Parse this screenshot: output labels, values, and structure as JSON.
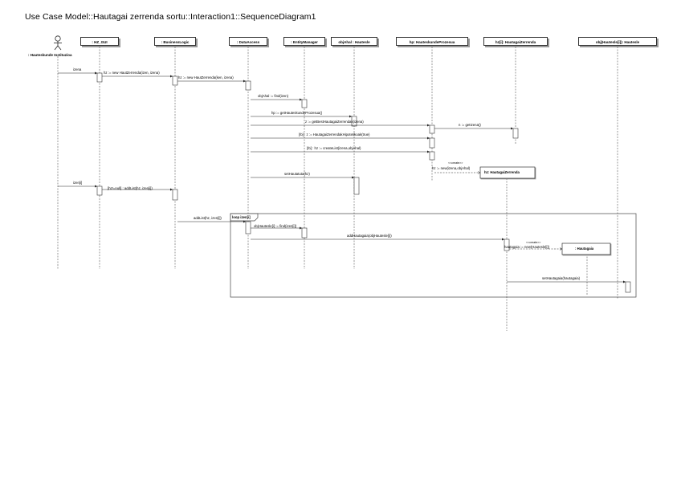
{
  "title": "Use Case Model::Hautagai zerrenda sortu::Interaction1::SequenceDiagram1",
  "actor": {
    "label": ": Hauteskunde Instituzioa"
  },
  "lifelines": [
    ": HZ_GUI",
    ": BusinessLogic",
    ": DataAccess",
    ": EntityManager",
    "objAhal : Hautesle",
    "hp: HauteskundeProzesua",
    "hz[i]: HautagaiZerrenda",
    "obj(Hautesle[i]): Hautesle"
  ],
  "messages": [
    "izena",
    "hz := new HautZerrenda(izen, izena)",
    "hz := new HautZerrenda(ken, izena)",
    "objAhal := find(izen)",
    "hp := getHauteskundeProzesua()",
    "z := getBestHautagaiZerrendak(izena)",
    "n := getIzena()",
    "[!b] : z := HautagaiZerrendakHipotetikoak(true)",
    "[!b] : hz := createList(izena,objAhal)",
    "<<create>>",
    "hz := new(izena,objAhal)",
    "setHautatuta(hz)",
    "izen[i]",
    "[hz!=null] : addList(hz, izen[i])",
    "addList(hz, izen[i])",
    "objHautesle[i] := find(izen[i])",
    "addHautagaia(objHautesle[i])",
    "<<create>>",
    "hautagaia := new(Hautesle[i])",
    "setHautagaia(hautagaia)"
  ],
  "created": [
    "hz: HautagaiZerrenda",
    ": Hautagaia"
  ],
  "fragment": {
    "label": "loop izen[i]"
  }
}
